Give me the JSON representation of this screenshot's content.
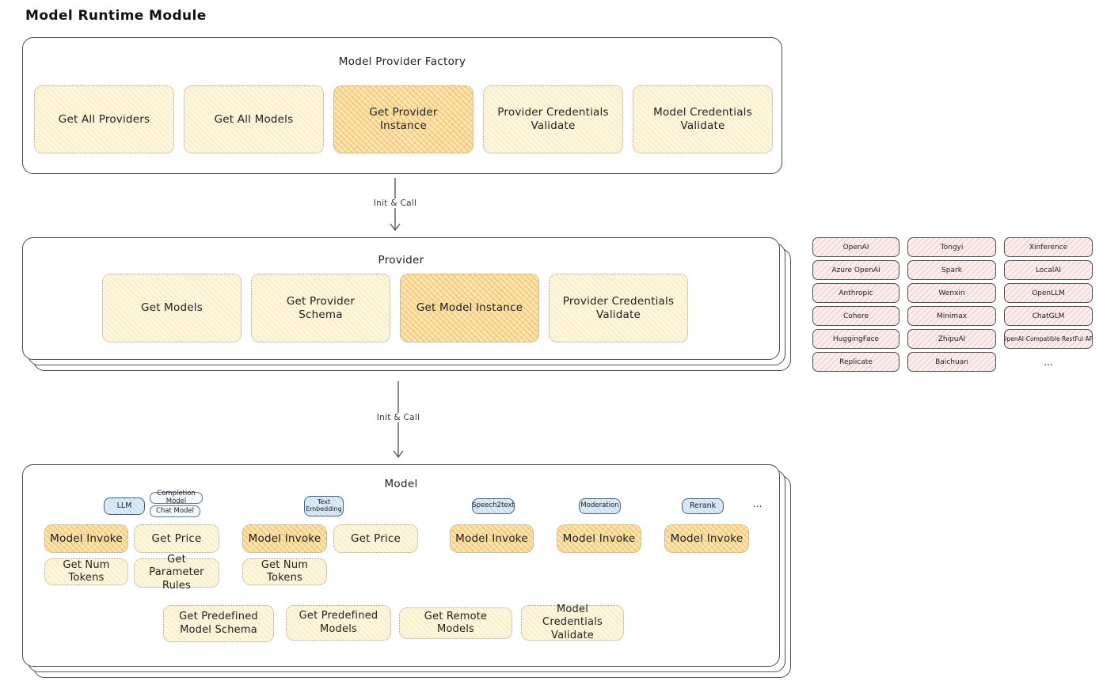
{
  "page_title": "Model Runtime Module",
  "arrows": {
    "init_call_1": "Init & Call",
    "init_call_2": "Init & Call"
  },
  "factory": {
    "title": "Model Provider Factory",
    "boxes": [
      {
        "label": "Get All Providers",
        "highlight": false
      },
      {
        "label": "Get All Models",
        "highlight": false
      },
      {
        "label": "Get Provider Instance",
        "highlight": true
      },
      {
        "label": "Provider Credentials Validate",
        "highlight": false
      },
      {
        "label": "Model Credentials Validate",
        "highlight": false
      }
    ]
  },
  "provider": {
    "title": "Provider",
    "boxes": [
      {
        "label": "Get Models",
        "highlight": false
      },
      {
        "label": "Get Provider Schema",
        "highlight": false
      },
      {
        "label": "Get Model Instance",
        "highlight": true
      },
      {
        "label": "Provider Credentials Validate",
        "highlight": false
      }
    ]
  },
  "providers_grid": {
    "items": [
      "OpenAI",
      "Tongyi",
      "Xinference",
      "Azure OpenAI",
      "Spark",
      "LocalAI",
      "Anthropic",
      "Wenxin",
      "OpenLLM",
      "Cohere",
      "Minimax",
      "ChatGLM",
      "HuggingFace",
      "ZhipuAI",
      "OpenAI-Compatible RestFul API",
      "Replicate",
      "Baichuan"
    ],
    "more": "..."
  },
  "model": {
    "title": "Model",
    "more": "...",
    "groups": [
      {
        "tags": [
          "LLM",
          "Completion Model",
          "Chat Model"
        ],
        "functions": [
          "Model Invoke",
          "Get Price",
          "Get Num Tokens",
          "Get Parameter Rules"
        ]
      },
      {
        "tags": [
          "Text Embedding"
        ],
        "functions": [
          "Model Invoke",
          "Get Price",
          "Get Num Tokens"
        ]
      },
      {
        "tags": [
          "Speech2text"
        ],
        "functions": [
          "Model Invoke"
        ]
      },
      {
        "tags": [
          "Moderation"
        ],
        "functions": [
          "Model Invoke"
        ]
      },
      {
        "tags": [
          "Rerank"
        ],
        "functions": [
          "Model Invoke"
        ]
      }
    ],
    "shared_functions": [
      "Get Predefined Model Schema",
      "Get Predefined Models",
      "Get Remote Models",
      "Model Credentials Validate"
    ]
  },
  "colors": {
    "highlight_fill": "#fbe7b8",
    "light_fill": "#fdf6df",
    "pink_fill": "#fbeeee",
    "blue_fill": "#dcebf9"
  }
}
